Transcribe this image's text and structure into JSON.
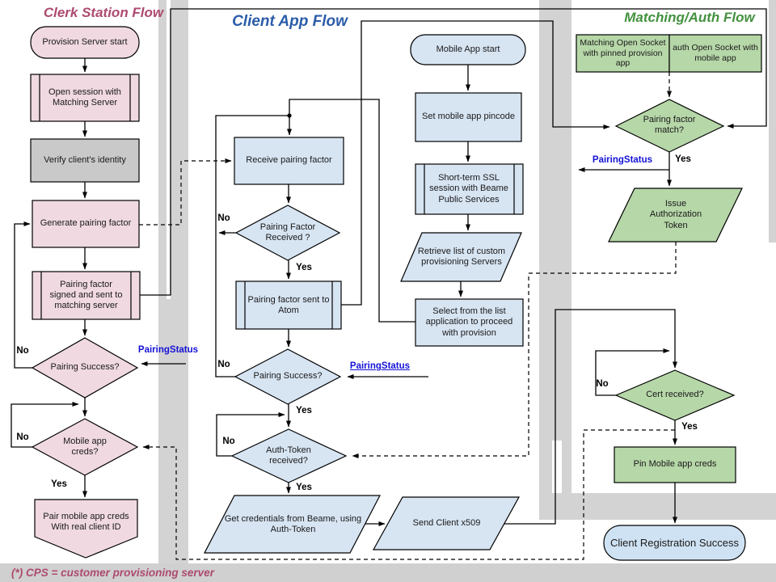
{
  "titles": {
    "clerk": "Clerk Station Flow",
    "client": "Client App Flow",
    "matching": "Matching/Auth Flow"
  },
  "footer": {
    "note": "(*) CPS = customer provisioning server"
  },
  "labels": {
    "yes": "Yes",
    "no": "No",
    "pairing_status": "PairingStatus"
  },
  "colors": {
    "pink_fill": "#f0d9e1",
    "blue_fill": "#d7e4f2",
    "green_fill": "#b6d7a8",
    "gray_fill": "#c9c9c9",
    "success_fill": "#cfe2f3",
    "lane_gray": "#d3d3d3",
    "clerk_title": "#ad4a6f",
    "client_title": "#2b5ca9",
    "matching_title": "#43913f",
    "pairing_status_blue": "#1512d6"
  },
  "nodes": {
    "provision_start": {
      "label": "Provision Server start",
      "type": "start"
    },
    "open_session": {
      "label": "Open session with Matching Server",
      "type": "predefined-process"
    },
    "verify_identity": {
      "label": "Verify client's identity",
      "type": "process"
    },
    "generate_pairing": {
      "label": "Generate pairing factor",
      "type": "process"
    },
    "pairing_signed": {
      "label": "Pairing factor signed and sent to matching server",
      "type": "predefined-process"
    },
    "pairing_success_clerk": {
      "label": "Pairing Success?",
      "type": "decision"
    },
    "mobile_creds": {
      "label": "Mobile app creds?",
      "type": "decision"
    },
    "pair_mobile_creds": {
      "label": "Pair mobile app creds With real client ID",
      "type": "off-page"
    },
    "receive_pairing": {
      "label": "Receive pairing factor",
      "type": "process"
    },
    "pairing_received": {
      "label": "Pairing Factor Received ?",
      "type": "decision"
    },
    "sent_to_atom": {
      "label": "Pairing factor sent to Atom",
      "type": "predefined-process"
    },
    "pairing_success_client": {
      "label": "Pairing Success?",
      "type": "decision"
    },
    "auth_token_received": {
      "label": "Auth-Token received?",
      "type": "decision"
    },
    "get_credentials": {
      "label": "Get credentials from Beame, using Auth-Token",
      "type": "data"
    },
    "send_x509": {
      "label": "Send Client x509",
      "type": "data"
    },
    "mobile_start": {
      "label": "Mobile App start",
      "type": "start"
    },
    "set_pincode": {
      "label": "Set mobile app pincode",
      "type": "process"
    },
    "ssl_session": {
      "label": "Short-term SSL session with Beame Public Services",
      "type": "predefined-process"
    },
    "retrieve_list": {
      "label": "Retrieve list of custom provisioning Servers",
      "type": "data"
    },
    "select_app": {
      "label": "Select from the list application to proceed with provision",
      "type": "process"
    },
    "matching_socket": {
      "label": "Matching Open Socket with pinned provision app",
      "type": "process"
    },
    "auth_socket": {
      "label": "auth Open Socket with mobile app",
      "type": "process"
    },
    "pairing_match": {
      "label": "Pairing factor match?",
      "type": "decision"
    },
    "issue_token": {
      "label": "Issue Authorization Token",
      "type": "data"
    },
    "cert_received": {
      "label": "Cert received?",
      "type": "decision"
    },
    "pin_creds": {
      "label": "Pin Mobile app creds",
      "type": "process"
    },
    "registration_success": {
      "label": "Client Registration Success",
      "type": "terminator"
    }
  }
}
